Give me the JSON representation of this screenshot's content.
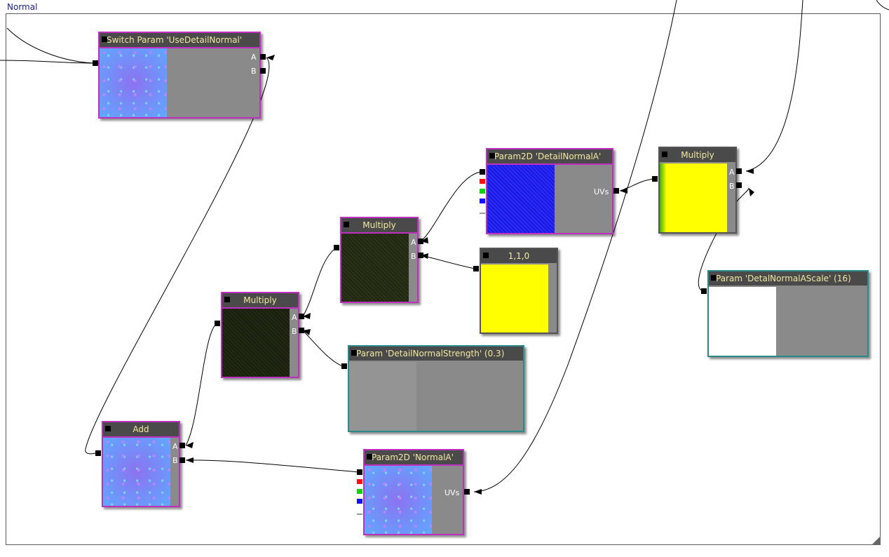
{
  "window": {
    "title": "Normal"
  },
  "colors": {
    "node_border": "#c030c0",
    "param_border": "#2a8a8a",
    "header_bg": "#4a4a4a",
    "header_text": "#f2e9a0",
    "body_bg": "#8a8a8a"
  },
  "nodes": {
    "switch": {
      "title": "Switch Param 'UseDetailNormal'",
      "in_a": "A",
      "in_b": "B"
    },
    "param2d_detail": {
      "title": "Param2D 'DetailNormalA'",
      "uvs": "UVs"
    },
    "multiply_top": {
      "title": "Multiply",
      "in_a": "A",
      "in_b": "B"
    },
    "multiply_mid": {
      "title": "Multiply",
      "in_a": "A",
      "in_b": "B"
    },
    "multiply_right": {
      "title": "Multiply",
      "in_a": "A",
      "in_b": "B"
    },
    "const": {
      "title": "1,1,0"
    },
    "param_scale": {
      "title": "Param 'DetalNormalAScale' (16)"
    },
    "param_strength": {
      "title": "Param 'DetailNormalStrength' (0.3)"
    },
    "add": {
      "title": "Add",
      "in_a": "A",
      "in_b": "B"
    },
    "param2d_normal": {
      "title": "Param2D 'NormalA'",
      "uvs": "UVs"
    }
  }
}
